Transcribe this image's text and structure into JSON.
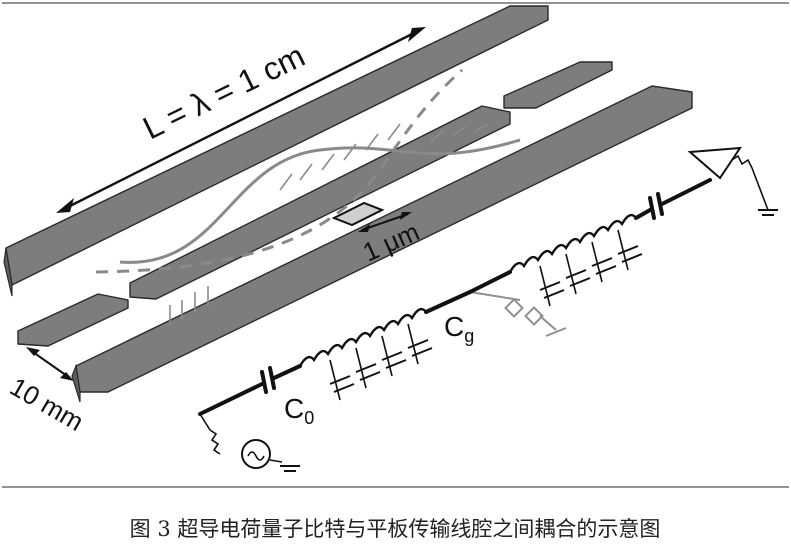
{
  "figure": {
    "length_label": "L = λ = 1 cm",
    "micron_label": "1 μm",
    "width_label": "10 mm",
    "c0_label": "C",
    "c0_subscript": "0",
    "cg_label": "C",
    "cg_subscript": "g",
    "caption": "图 3  超导电荷量子比特与平板传输线腔之间耦合的示意图"
  },
  "colors": {
    "strip": "#7d7d7d",
    "wave": "#8a8a8a",
    "ink": "#111111"
  }
}
